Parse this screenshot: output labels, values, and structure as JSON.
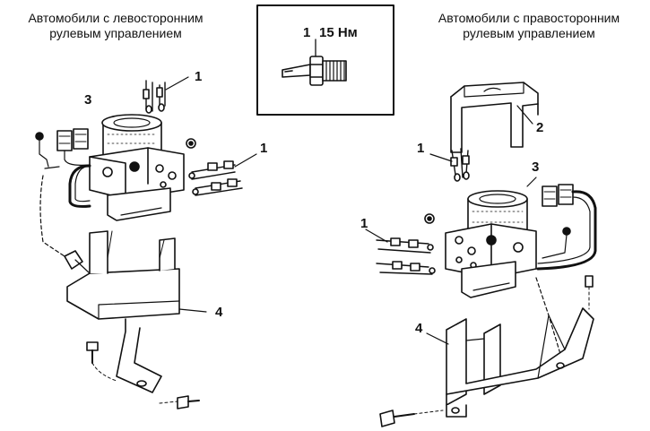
{
  "left_heading": {
    "line1": "Автомобили с левосторонним",
    "line2": "рулевым управлением"
  },
  "right_heading": {
    "line1": "Автомобили с правосторонним",
    "line2": "рулевым управлением"
  },
  "inset": {
    "callout": "1",
    "torque": "15 Нм"
  },
  "callouts": {
    "left_pipes_top": "1",
    "left_unit": "3",
    "left_pipes_side": "1",
    "left_bracket": "4",
    "right_top_bracket": "2",
    "right_pipes_top": "1",
    "right_unit": "3",
    "right_pipes_side": "1",
    "right_bracket": "4"
  }
}
